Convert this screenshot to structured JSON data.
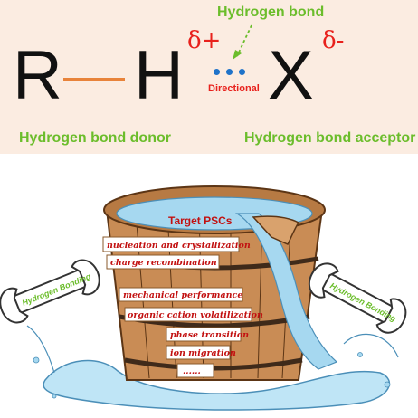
{
  "equation": {
    "r": "R",
    "h": "H",
    "x": "X",
    "delta_plus": "δ+",
    "delta_minus": "δ-",
    "bond_title": "Hydrogen bond",
    "directional": "Directional",
    "donor": "Hydrogen bond donor",
    "acceptor": "Hydrogen bond acceptor"
  },
  "barrel": {
    "target": "Target PSCs",
    "planks": [
      "nucleation and crystallization",
      "charge recombination",
      "mechanical performance",
      "organic cation volatilization",
      "phase transition",
      "ion migration",
      "......"
    ]
  },
  "wrenches": {
    "left": "Hydrogen Bonding",
    "right": "Hydrogen Bonding"
  },
  "colors": {
    "panel": "#fbece1",
    "green": "#6bbd2b",
    "red": "#e8211c",
    "blue_dot": "#1f73c9",
    "bond_line": "#e8833a",
    "wood": "#c98c55",
    "water": "#a6d8f0"
  }
}
